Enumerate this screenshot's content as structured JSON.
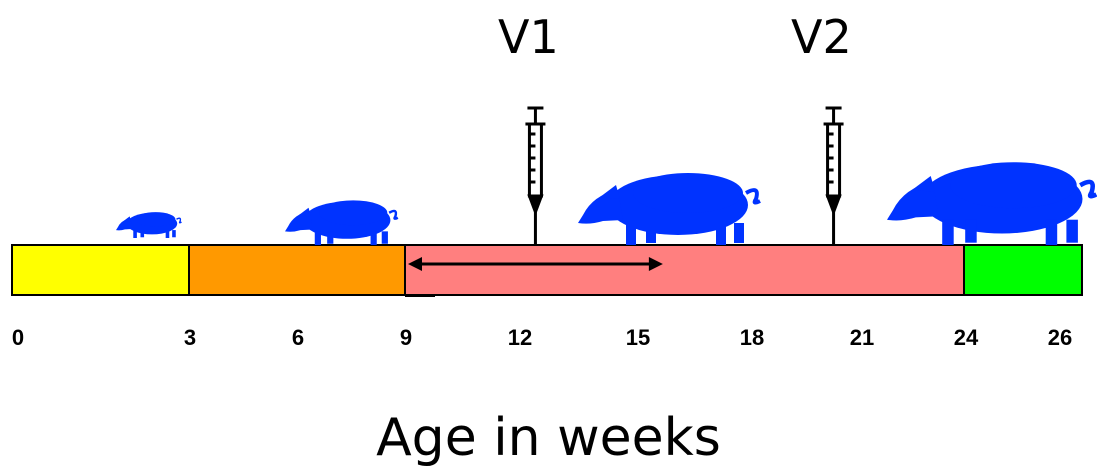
{
  "vaccinations": [
    {
      "label": "V1",
      "week": 12.5
    },
    {
      "label": "V2",
      "week": 20.5
    }
  ],
  "phases": [
    {
      "start": 0,
      "end": 3,
      "color": "#ffff00"
    },
    {
      "start": 3,
      "end": 9,
      "color": "#ff9900"
    },
    {
      "start": 9,
      "end": 24,
      "color": "#ff7f7f"
    },
    {
      "start": 24,
      "end": 26,
      "color": "#00ff00"
    }
  ],
  "arrow": {
    "from": 9,
    "to": 16
  },
  "ticks": [
    "0",
    "3",
    "6",
    "9",
    "12",
    "15",
    "18",
    "21",
    "24",
    "26"
  ],
  "xlabel": "Age in weeks",
  "colors": {
    "pig": "#0033ff",
    "syringe": "#000000"
  }
}
